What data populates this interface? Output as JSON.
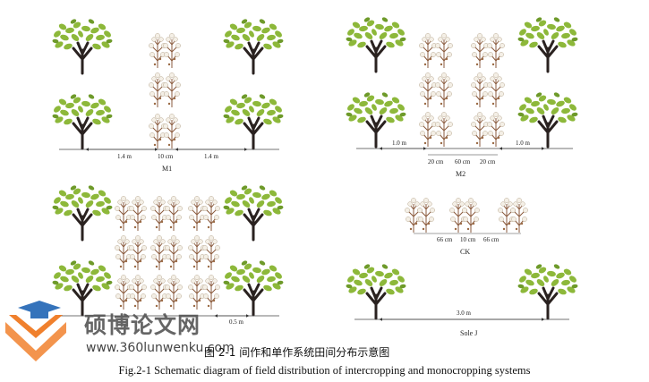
{
  "panels": {
    "m1": {
      "label": "M1",
      "spacings": [
        "1.4 m",
        "10 cm",
        "1.4 m"
      ]
    },
    "m2": {
      "label": "M2",
      "edge_spacings": [
        "1.0 m",
        "1.0 m"
      ],
      "row_spacings": [
        "20 cm",
        "60 cm",
        "20 cm"
      ]
    },
    "m3": {
      "spacing": "0.5 m"
    },
    "ck": {
      "label": "CK",
      "spacings": [
        "66 cm",
        "10 cm",
        "66 cm"
      ]
    },
    "solej": {
      "label": "Sole J",
      "spacing": "3.0 m"
    }
  },
  "caption": {
    "chinese": "图 2-1  间作和单作系统田间分布示意图",
    "english": "Fig.2-1 Schematic diagram of field distribution of intercropping and monocropping systems"
  },
  "watermark": {
    "brand": "硕博论文网",
    "url": "www.360lunwenku.com"
  },
  "colors": {
    "leaf": "#8db83a",
    "leaf_dark": "#6e9a2a",
    "trunk": "#2a2220",
    "cotton_boll": "#f4efe6",
    "cotton_stem": "#8a5a3c",
    "ground": "#444444",
    "watermark_orange": "#f07a22",
    "watermark_blue": "#2b6cb8"
  }
}
